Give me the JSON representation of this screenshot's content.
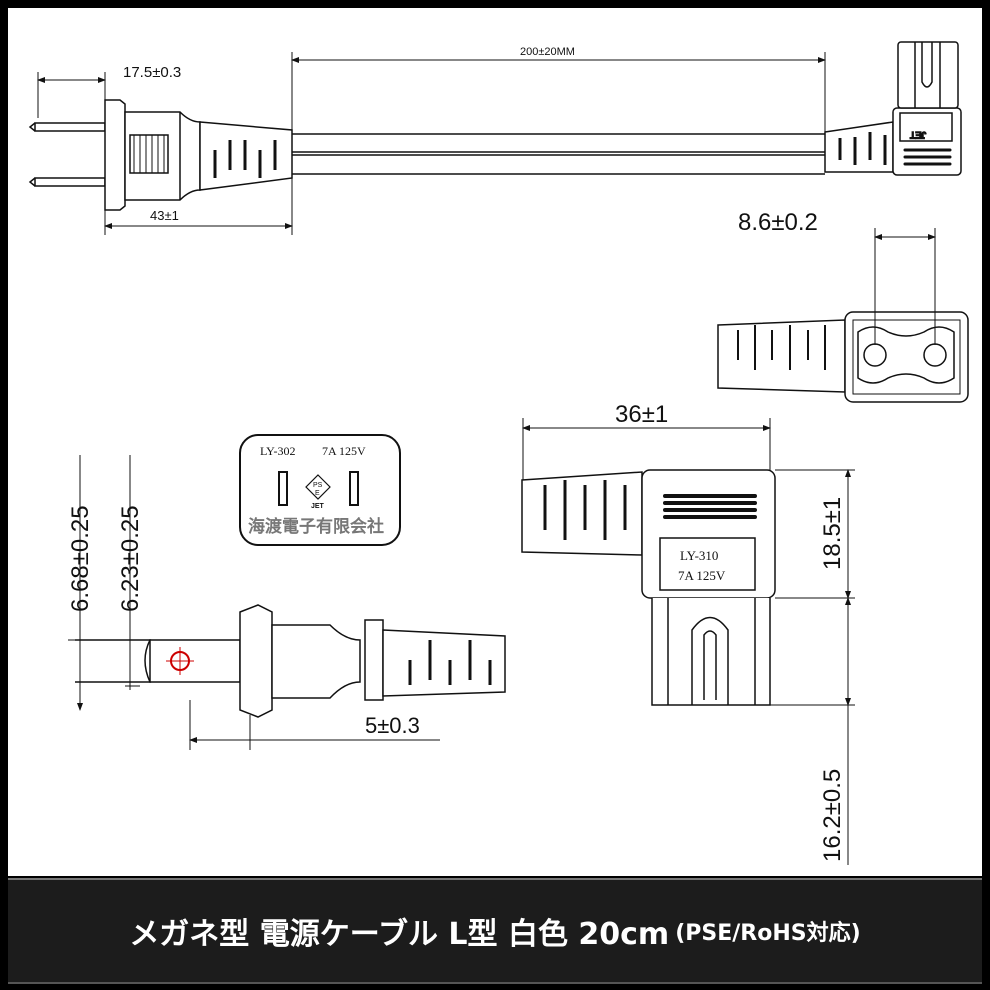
{
  "dimensions": {
    "prong_length": "17.5±0.3",
    "cable_length": "200±20MM",
    "plug_length": "43±1",
    "socket_pitch": "8.6±0.2",
    "connector_width": "36±1",
    "prong_height_outer": "6.68±0.25",
    "prong_height_inner": "6.23±0.25",
    "flange_thickness": "5±0.3",
    "connector_head_height": "18.5±1",
    "connector_neck_height": "16.2±0.5"
  },
  "plug_label": {
    "model": "LY-302",
    "rating": "7A 125V",
    "pse_top": "PS",
    "pse_bottom": "E",
    "jet": "JET",
    "maker": "海渡電子有限会社"
  },
  "connector_label": {
    "model": "LY-310",
    "rating": "7A 125V"
  },
  "caption": {
    "main": "メガネ型 電源ケーブル L型 白色 20cm",
    "note": "(PSE/RoHS対応)"
  }
}
